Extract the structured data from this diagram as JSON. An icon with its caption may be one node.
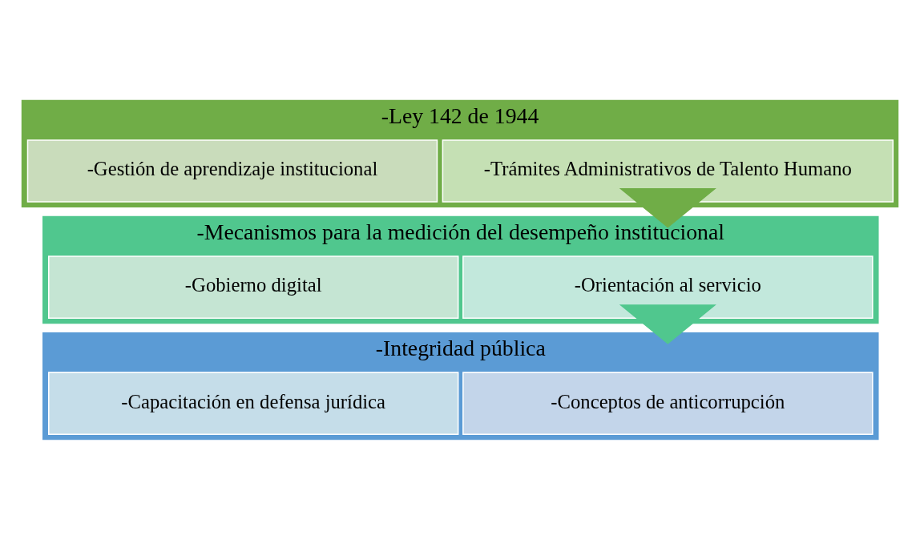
{
  "diagram": {
    "nodes": [
      {
        "text": [
          "-Ley 142 de 1944"
        ]
      },
      {
        "text": [
          "-Trámites Administrativos de Talento Humano"
        ],
        "in": 0
      },
      {
        "text": [
          "-Gestión de aprendizaje institucional"
        ],
        "in": 0
      },
      {
        "text": [
          "-Mecanismos para la medición del desempeño institucional"
        ]
      },
      {
        "text": [
          "-Orientación al servicio"
        ],
        "in": 3
      },
      {
        "text": [
          "-Gobierno digital"
        ],
        "in": 3
      },
      {
        "text": [
          "-Integridad pública"
        ]
      },
      {
        "text": [
          "-Conceptos de anticorrupción"
        ],
        "in": 6
      },
      {
        "text": [
          "-Capacitación en defensa jurídica"
        ],
        "in": 6
      }
    ],
    "edges": [
      {
        "from": 0,
        "to": 3,
        "arrow": "to",
        "style": "thick",
        "color": "#70ad47"
      },
      {
        "from": 3,
        "to": 6,
        "arrow": "to",
        "style": "thick",
        "color": "#50c78e"
      }
    ]
  }
}
